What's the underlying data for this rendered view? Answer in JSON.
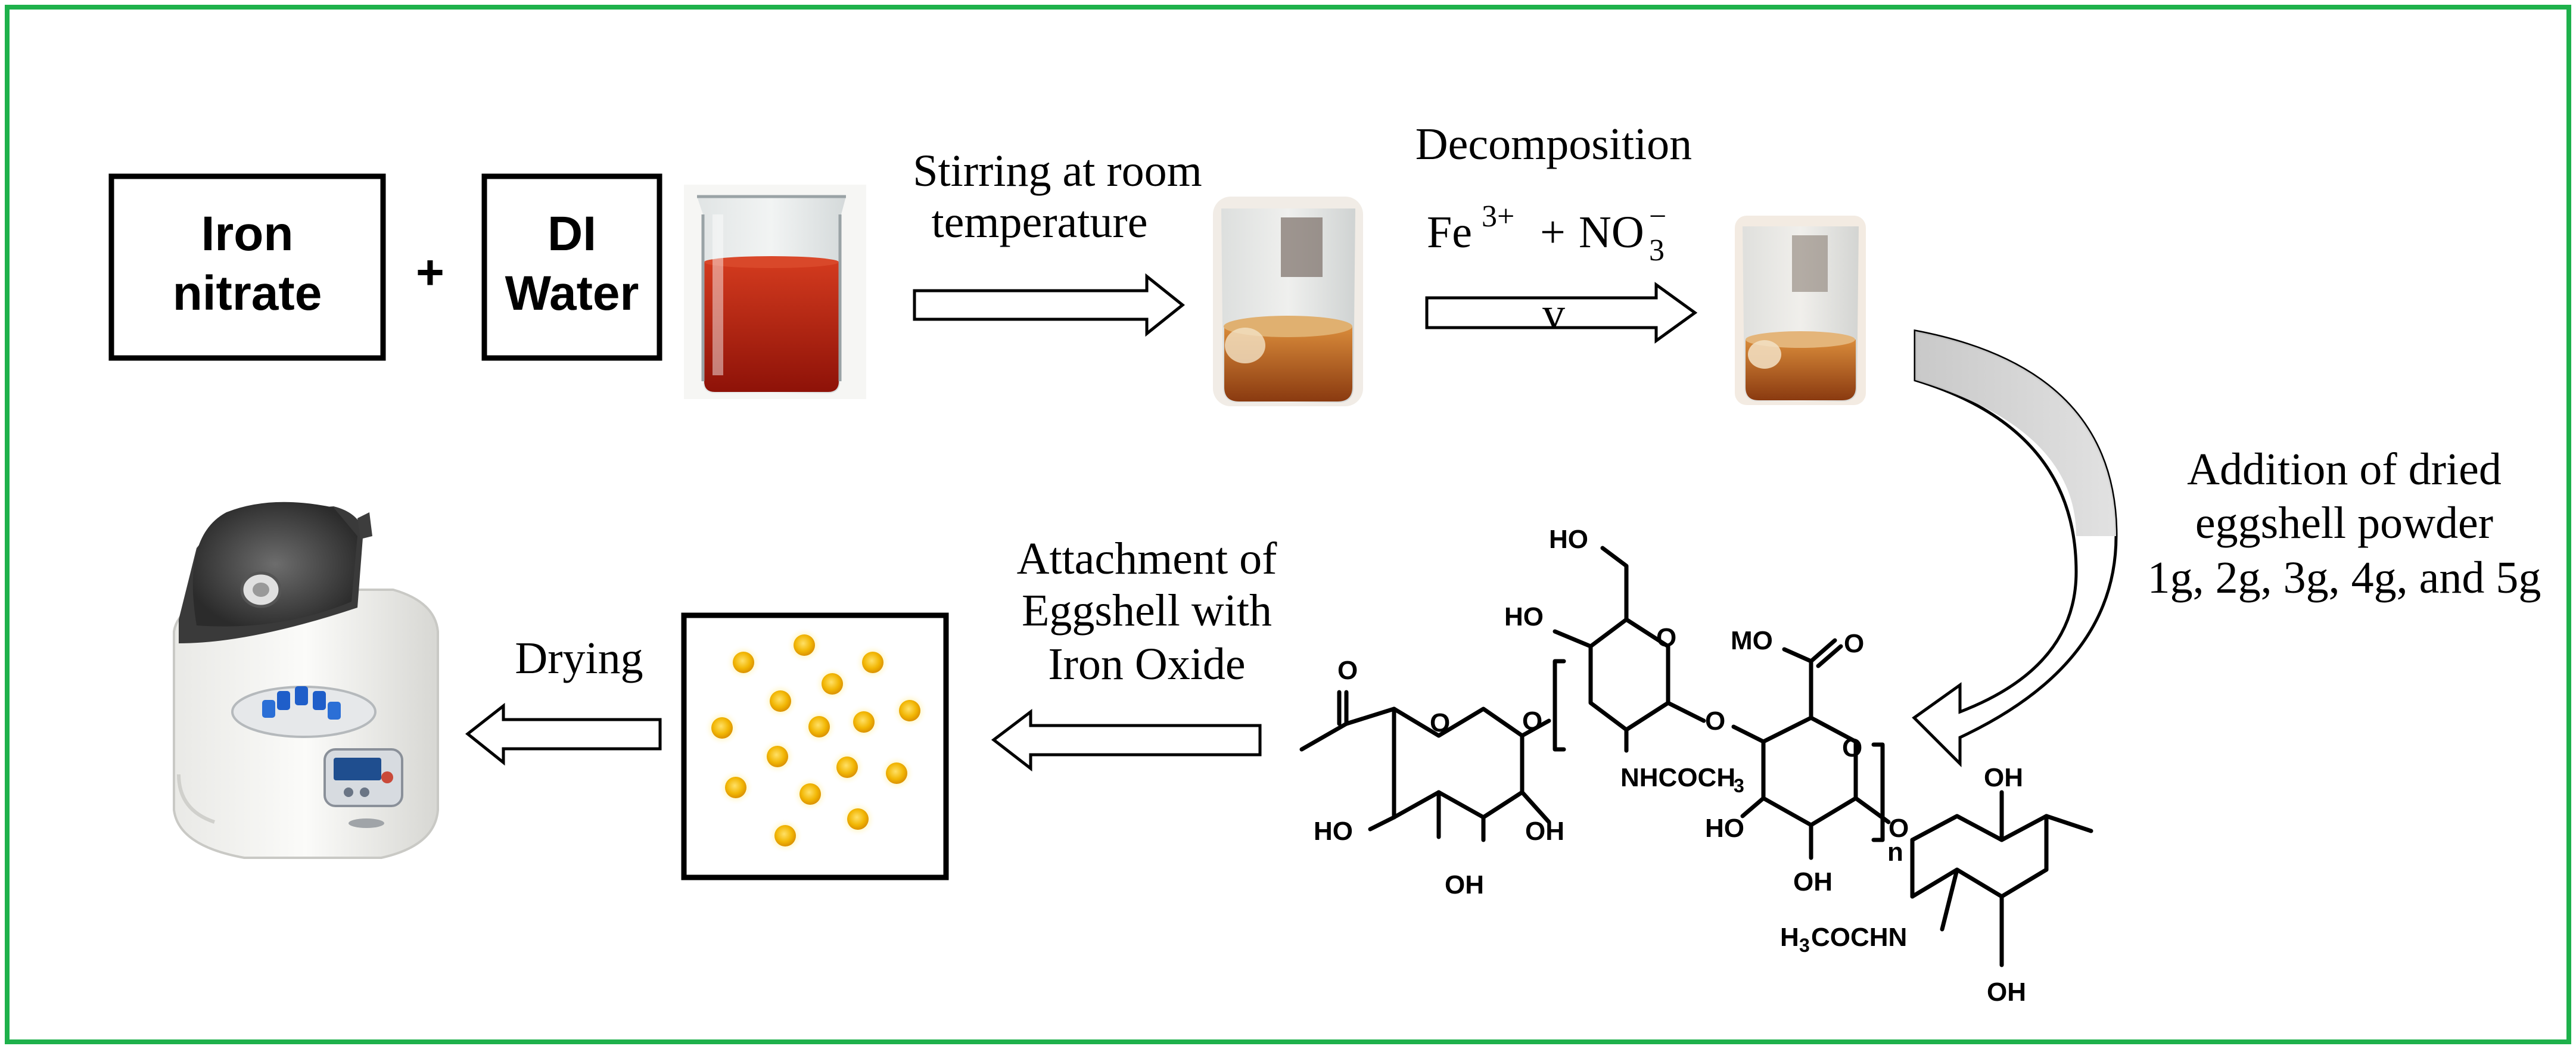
{
  "reactants": {
    "iron_nitrate": [
      "Iron",
      "nitrate"
    ],
    "plus": "+",
    "di_water": [
      "DI",
      "Water"
    ]
  },
  "steps": {
    "stirring": [
      "Stirring at room",
      "temperature"
    ],
    "decomposition": {
      "title": "Decomposition",
      "fe": "Fe",
      "fe_charge": "3+",
      "plus": "+",
      "no": "NO",
      "no_sub": "3",
      "no_charge": "−",
      "arrow_mark": "v"
    },
    "addition": [
      "Addition of dried",
      "eggshell powder",
      "1g, 2g, 3g, 4g, and 5g"
    ],
    "attachment": [
      "Attachment of",
      "Eggshell with",
      "Iron Oxide"
    ],
    "drying": "Drying"
  },
  "chitosan": {
    "HO_top": "HO",
    "HO_left": "HO",
    "MO": "MO",
    "O_carbonyl": "O",
    "O_acetyl": "O",
    "ring_O": "O",
    "link_O": "O",
    "NHCOCH3": "NHCOCH",
    "NHCOCH3_sub": "3",
    "HO_b1": "HO",
    "OH_b1": "OH",
    "OH_b2": "OH",
    "HO_b3": "HO",
    "OH_b3": "OH",
    "n": "n",
    "OH_r_top": "OH",
    "H3COCHN_h": "H",
    "H3COCHN_sub": "3",
    "H3COCHN_rest": "COCHN",
    "OH_r_bottom": "OH"
  },
  "colors": {
    "frame": "#1eb14b",
    "liquid": "#b51f0f",
    "amber": "#c4621b",
    "particle": "#f2b705",
    "arrow_fill": "#c8c8c8"
  }
}
